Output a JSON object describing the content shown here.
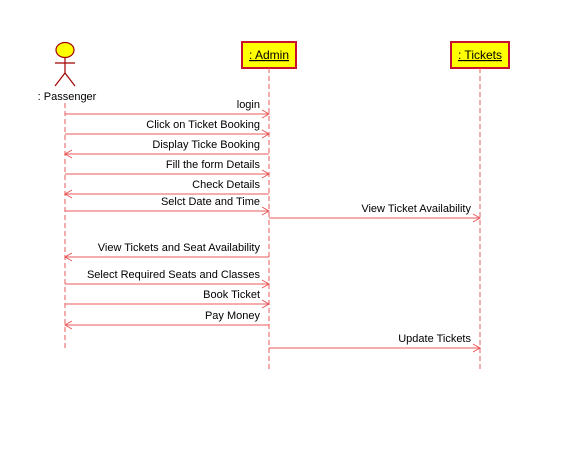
{
  "diagram": {
    "type": "uml-sequence",
    "colors": {
      "line": "#e85858",
      "box_fill": "#ffff00",
      "box_border": "#c8102e",
      "actor_head": "#ffff00",
      "actor_outline": "#a00000"
    },
    "participants": [
      {
        "id": "passenger",
        "kind": "actor",
        "label": ": Passenger"
      },
      {
        "id": "admin",
        "kind": "object",
        "label": ": Admin"
      },
      {
        "id": "tickets",
        "kind": "object",
        "label": ": Tickets"
      }
    ],
    "messages": [
      {
        "from": "passenger",
        "to": "admin",
        "label": "login"
      },
      {
        "from": "passenger",
        "to": "admin",
        "label": "Click on Ticket Booking"
      },
      {
        "from": "admin",
        "to": "passenger",
        "label": "Display Ticke Booking"
      },
      {
        "from": "passenger",
        "to": "admin",
        "label": "Fill the form Details"
      },
      {
        "from": "admin",
        "to": "passenger",
        "label": "Check Details"
      },
      {
        "from": "passenger",
        "to": "admin",
        "label": "Selct Date and Time"
      },
      {
        "from": "admin",
        "to": "tickets",
        "label": "View Ticket Availability"
      },
      {
        "from": "admin",
        "to": "passenger",
        "label": "View Tickets and Seat Availability"
      },
      {
        "from": "passenger",
        "to": "admin",
        "label": "Select Required Seats and Classes"
      },
      {
        "from": "passenger",
        "to": "admin",
        "label": "Book Ticket"
      },
      {
        "from": "admin",
        "to": "passenger",
        "label": "Pay Money"
      },
      {
        "from": "admin",
        "to": "tickets",
        "label": "Update Tickets"
      }
    ]
  }
}
